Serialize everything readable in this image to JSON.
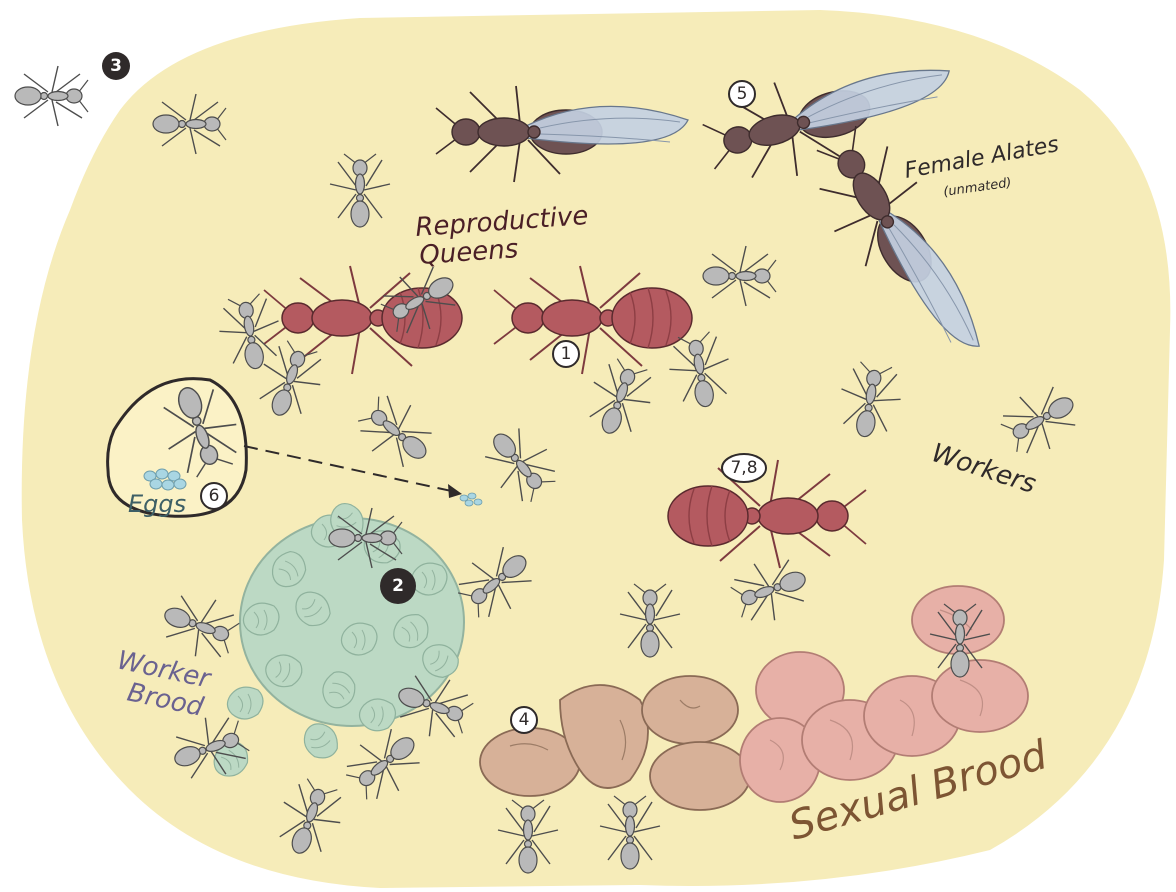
{
  "labels": {
    "reproductive_queens_line1": "Reproductive",
    "reproductive_queens_line2": "Queens",
    "female_alates": "Female Alates",
    "female_alates_note": "(unmated)",
    "workers": "Workers",
    "worker_brood_line1": "Worker",
    "worker_brood_line2": "Brood",
    "sexual_brood": "Sexual Brood",
    "eggs": "Eggs"
  },
  "numbers": {
    "queens": "1",
    "worker_brood": "2",
    "lone_worker": "3",
    "sexual_brood": "4",
    "alates": "5",
    "eggs": "6",
    "queen_pair": "7,8"
  },
  "colors": {
    "nest": "#f6ecb9",
    "queen_body": "#b45a60",
    "alate_body": "#6e5253",
    "wing": "#c3d0e2",
    "worker": "#b7b7b7",
    "worker_brood": "#bcd9c4",
    "sexual_brood_tan": "#d7b198",
    "sexual_brood_pink": "#e7b0a7",
    "egg": "#a9d6e3"
  }
}
